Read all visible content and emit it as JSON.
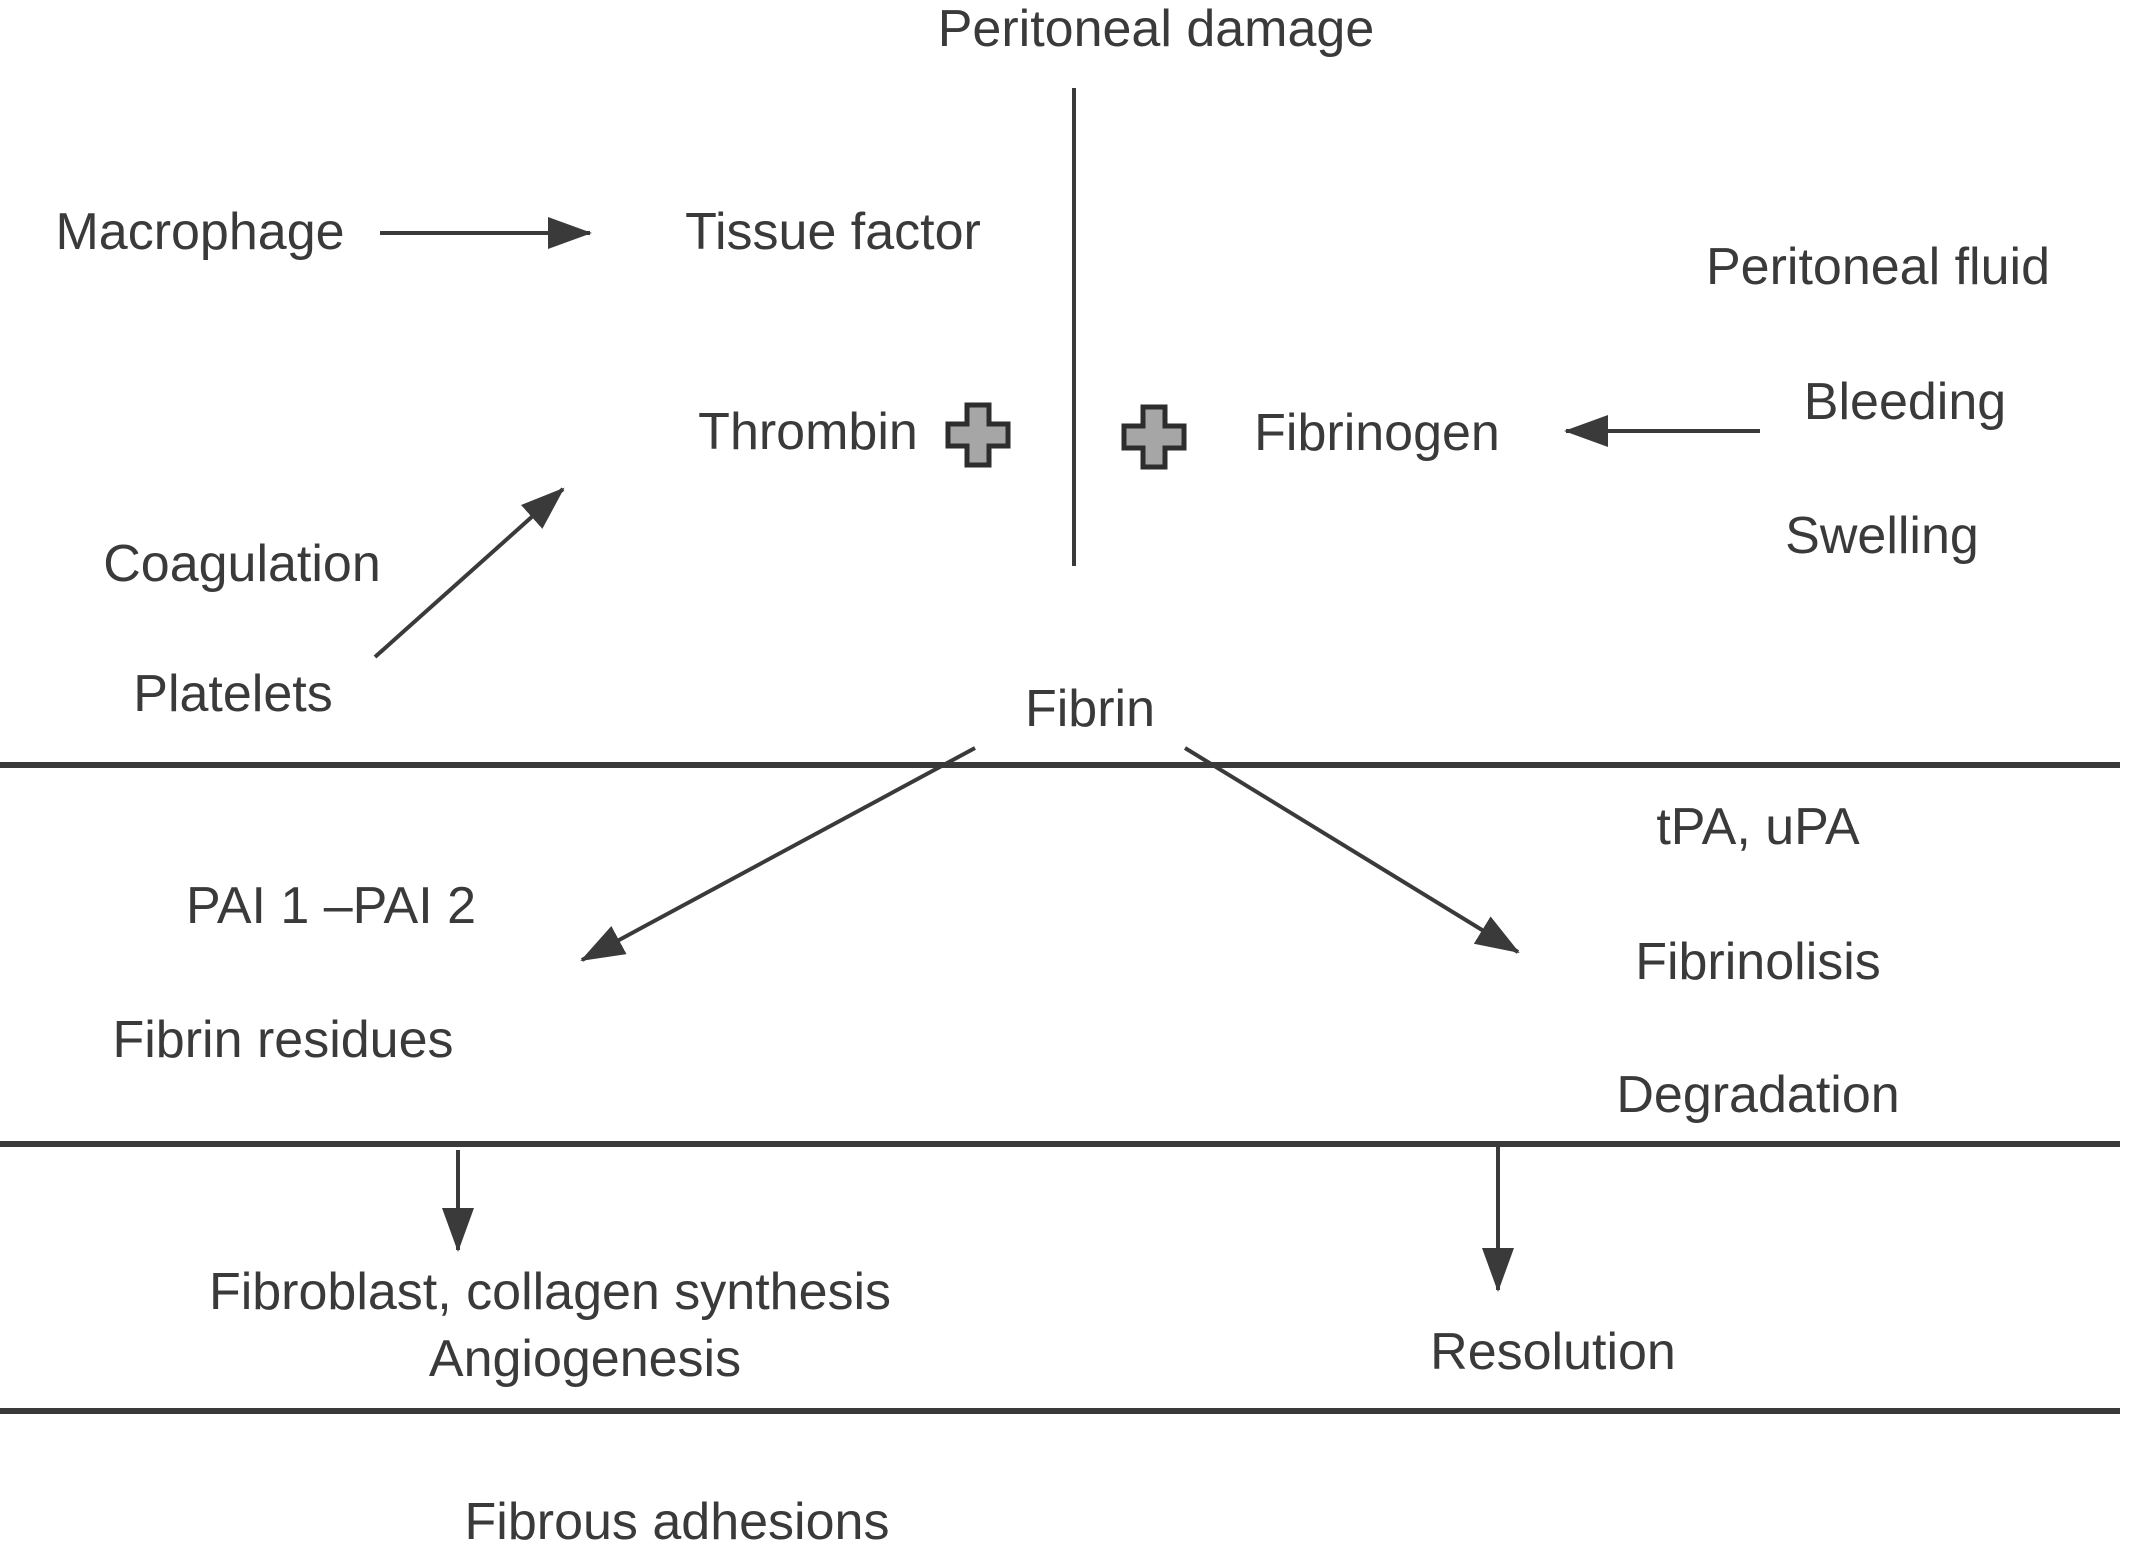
{
  "colors": {
    "text": "#3a3a3a",
    "line": "#3a3a3a",
    "plus_fill": "#a6a6a6",
    "plus_stroke": "#2d2d2d",
    "background": "#ffffff"
  },
  "labels": {
    "peritoneal_damage": "Peritoneal damage",
    "macrophage": "Macrophage",
    "tissue_factor": "Tissue factor",
    "thrombin": "Thrombin",
    "fibrinogen": "Fibrinogen",
    "peritoneal_fluid": "Peritoneal fluid",
    "bleeding": "Bleeding",
    "swelling": "Swelling",
    "coagulation": "Coagulation",
    "platelets": "Platelets",
    "fibrin": "Fibrin",
    "pai": "PAI 1 –PAI 2",
    "fibrin_residues": "Fibrin residues",
    "tpa_upa": "tPA, uPA",
    "fibrinolisis": "Fibrinolisis",
    "degradation": "Degradation",
    "fibroblast_collagen": "Fibroblast, collagen synthesis",
    "angiogenesis": "Angiogenesis",
    "resolution": "Resolution",
    "fibrous_adhesions": "Fibrous adhesions"
  },
  "icons": {
    "plus_left": "plus-icon",
    "plus_right": "plus-icon"
  }
}
